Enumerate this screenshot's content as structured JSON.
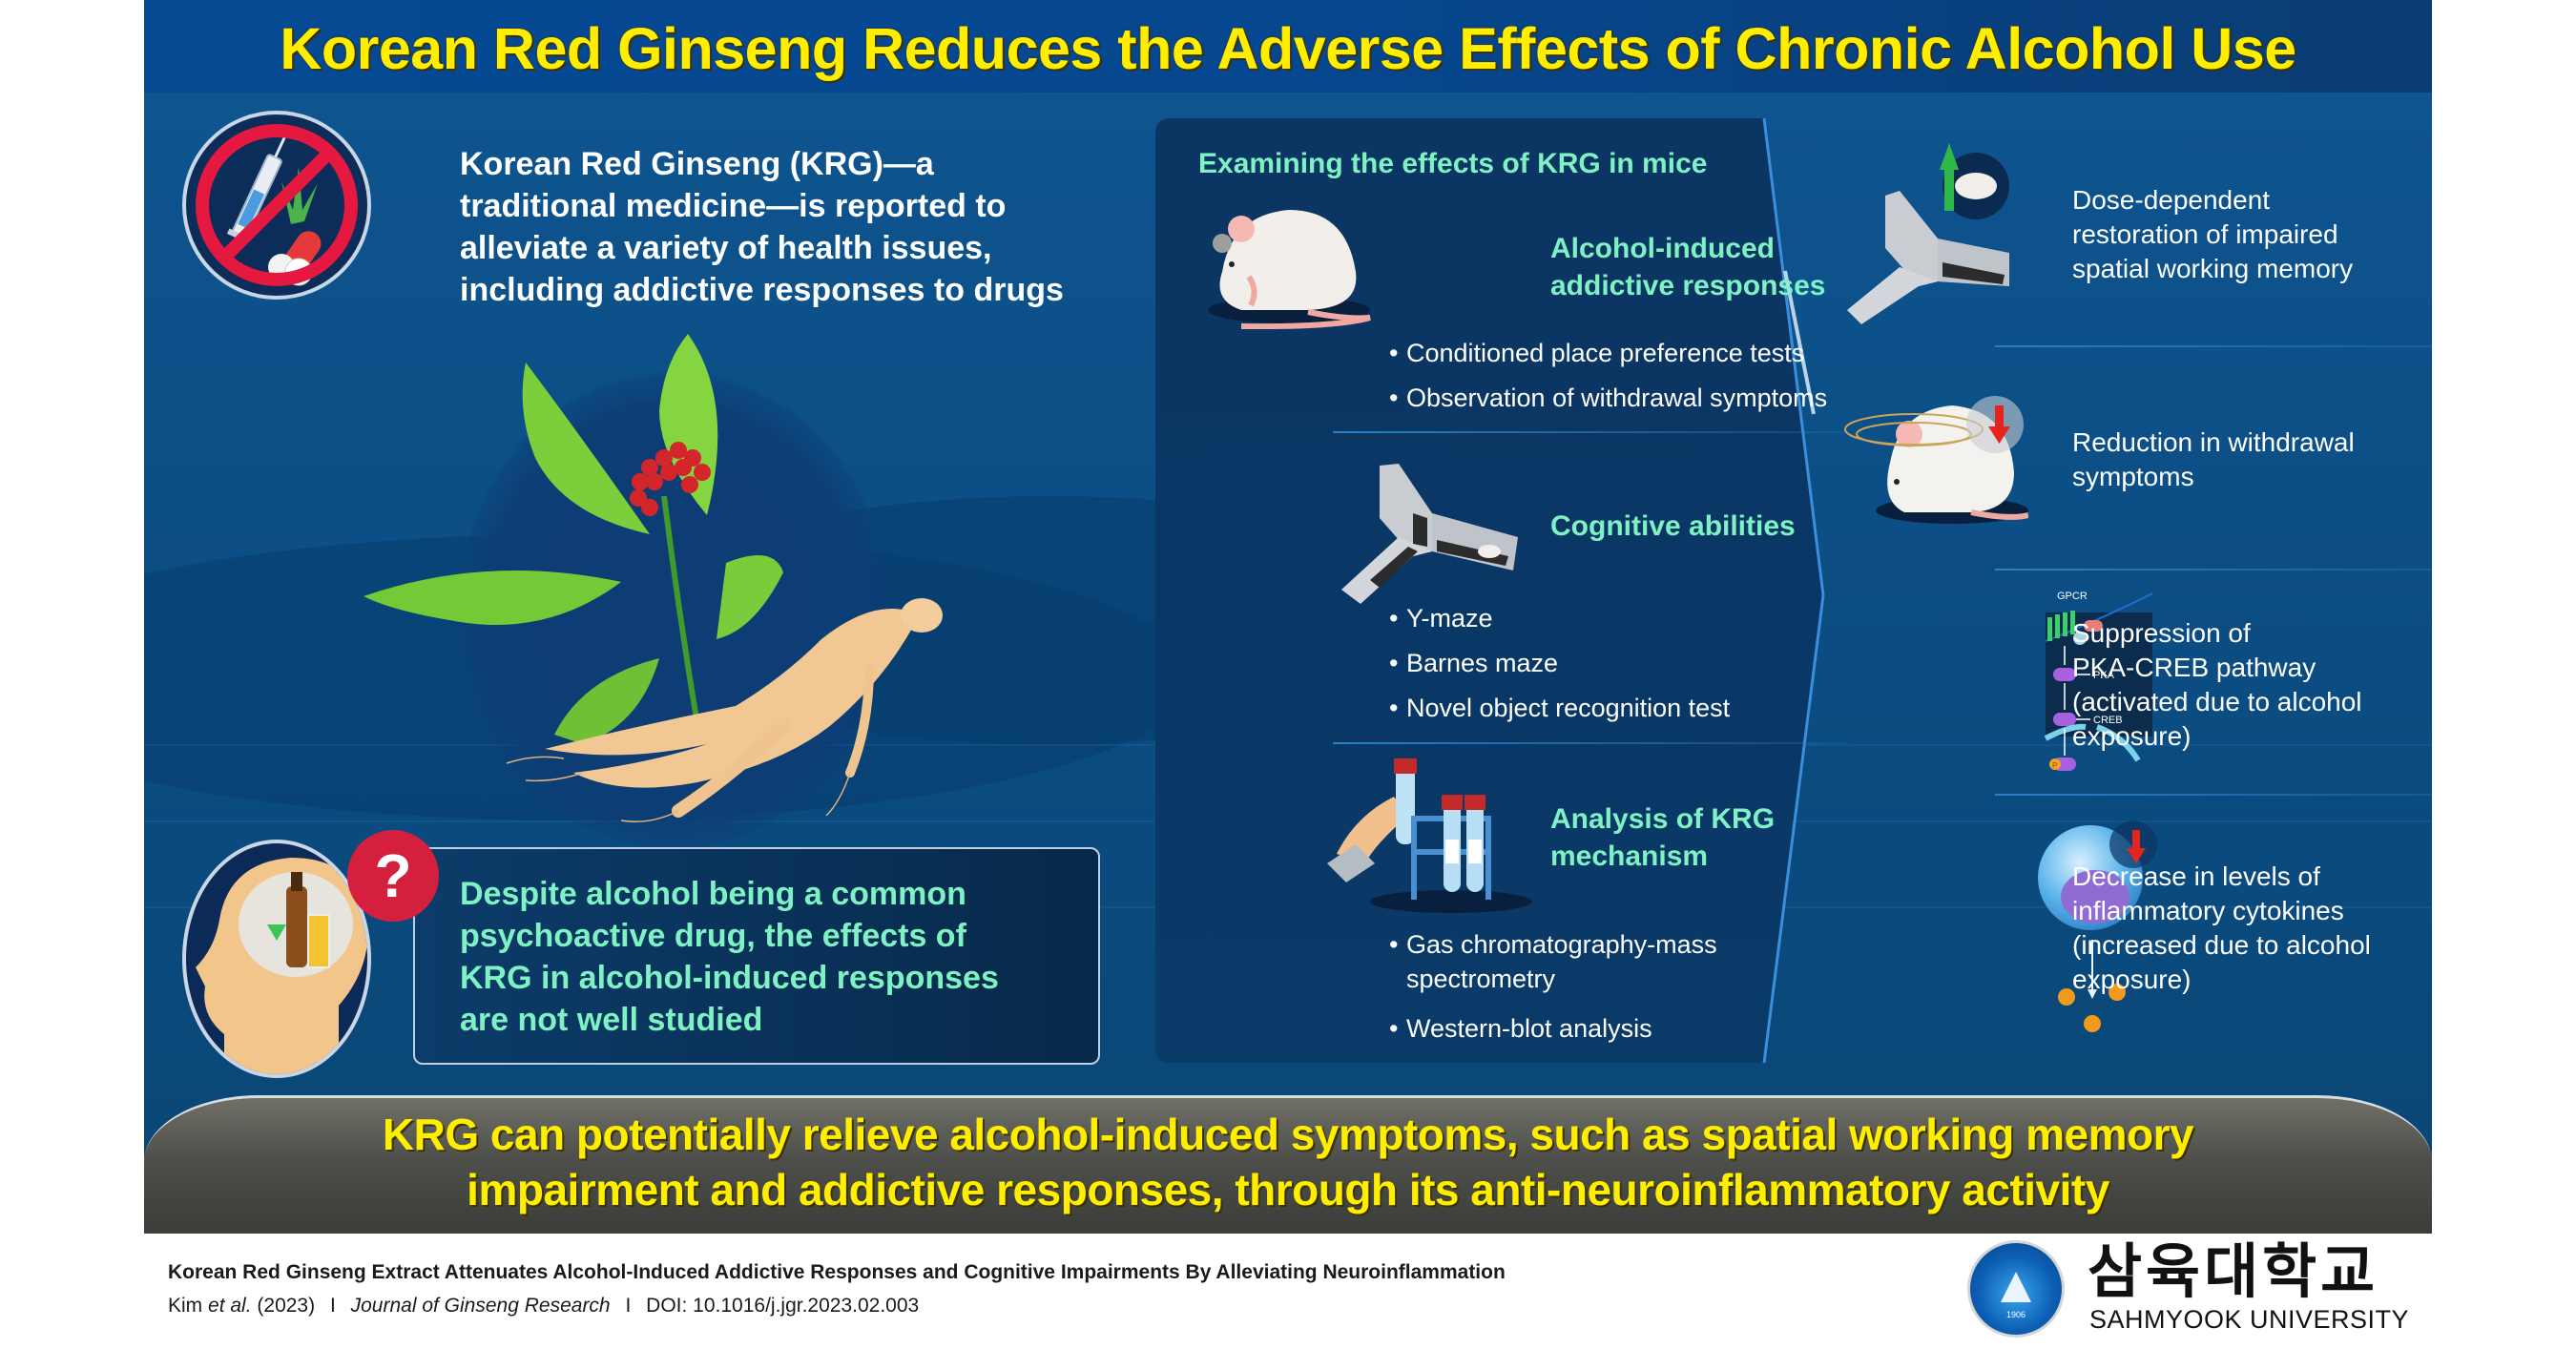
{
  "title": "Korean Red Ginseng Reduces the Adverse Effects of Chronic Alcohol Use",
  "intro": {
    "text": "Korean Red Ginseng (KRG)—a traditional medicine—is reported to alleviate a variety of health issues, including addictive responses to drugs",
    "lines": [
      "Korean Red Ginseng (KRG)—a",
      "traditional medicine—is reported to",
      "alleviate a variety of health issues,",
      "including addictive responses to drugs"
    ],
    "icon": "no-drugs-icon"
  },
  "gap": {
    "lines": [
      "Despite alcohol being a common",
      "psychoactive drug, the effects of",
      "KRG in alcohol-induced responses",
      "are not well studied"
    ],
    "badge": "?",
    "icon": "head-alcohol-icon"
  },
  "methods": {
    "heading": "Examining the effects of KRG in mice",
    "sections": [
      {
        "title_lines": [
          "Alcohol-induced",
          "addictive responses"
        ],
        "icon": "mouse-icon",
        "bullets": [
          "Conditioned place preference tests",
          "Observation of withdrawal symptoms"
        ]
      },
      {
        "title_lines": [
          "Cognitive abilities"
        ],
        "icon": "y-maze-icon",
        "bullets": [
          "Y-maze",
          "Barnes maze",
          "Novel object recognition test"
        ]
      },
      {
        "title_lines": [
          "Analysis of KRG",
          "mechanism"
        ],
        "icon": "test-tubes-icon",
        "bullets": [
          "Gas chromatography-mass spectrometry",
          "Western-blot analysis"
        ],
        "bullet_lines": [
          [
            "Gas chromatography-mass",
            "spectrometry"
          ],
          [
            "Western-blot analysis"
          ]
        ]
      }
    ]
  },
  "results": [
    {
      "lines": [
        "Dose-dependent",
        "restoration of impaired",
        "spatial working memory"
      ],
      "icon": "y-maze-up-arrow-icon",
      "arrow": "up"
    },
    {
      "lines": [
        "Reduction in withdrawal",
        "symptoms"
      ],
      "icon": "dizzy-mouse-down-arrow-icon",
      "arrow": "down"
    },
    {
      "lines": [
        "Suppression of",
        "PKA-CREB pathway",
        "(activated due to alcohol",
        "exposure)"
      ],
      "icon": "pathway-icon",
      "diagram_labels": {
        "receptor": "GPCR",
        "kinase": "PKA",
        "factor": "CREB",
        "phospho": "P"
      }
    },
    {
      "lines": [
        "Decrease in levels of",
        "inflammatory cytokines",
        "(increased due to alcohol",
        "exposure)"
      ],
      "icon": "immune-cell-down-arrow-icon",
      "arrow": "down"
    }
  ],
  "conclusion": {
    "lines": [
      "KRG can potentially relieve alcohol-induced symptoms, such as spatial working memory",
      "impairment and addictive responses, through its anti-neuroinflammatory activity"
    ]
  },
  "citation": {
    "title": "Korean Red Ginseng Extract Attenuates Alcohol-Induced Addictive Responses and Cognitive Impairments By Alleviating Neuroinflammation",
    "author": "Kim",
    "etal": "et al.",
    "year": "(2023)",
    "journal": "Journal of Ginseng Research",
    "doi": "DOI: 10.1016/j.jgr.2023.02.003",
    "separator": "I"
  },
  "university": {
    "name_kr": "삼육대학교",
    "name_en": "SAHMYOOK UNIVERSITY",
    "seal_ring": "SAHMYOOK UNIVERSITY",
    "seal_year": "1906",
    "seal_kr": "삼육대학교"
  },
  "colors": {
    "title_yellow": "#ffee00",
    "mint": "#7ff2c4",
    "bg_blue": "#0c4f86",
    "panel_dark": "#0a3463",
    "alert_red": "#d4203e",
    "up_green": "#2fb84a",
    "down_red": "#e52420"
  }
}
